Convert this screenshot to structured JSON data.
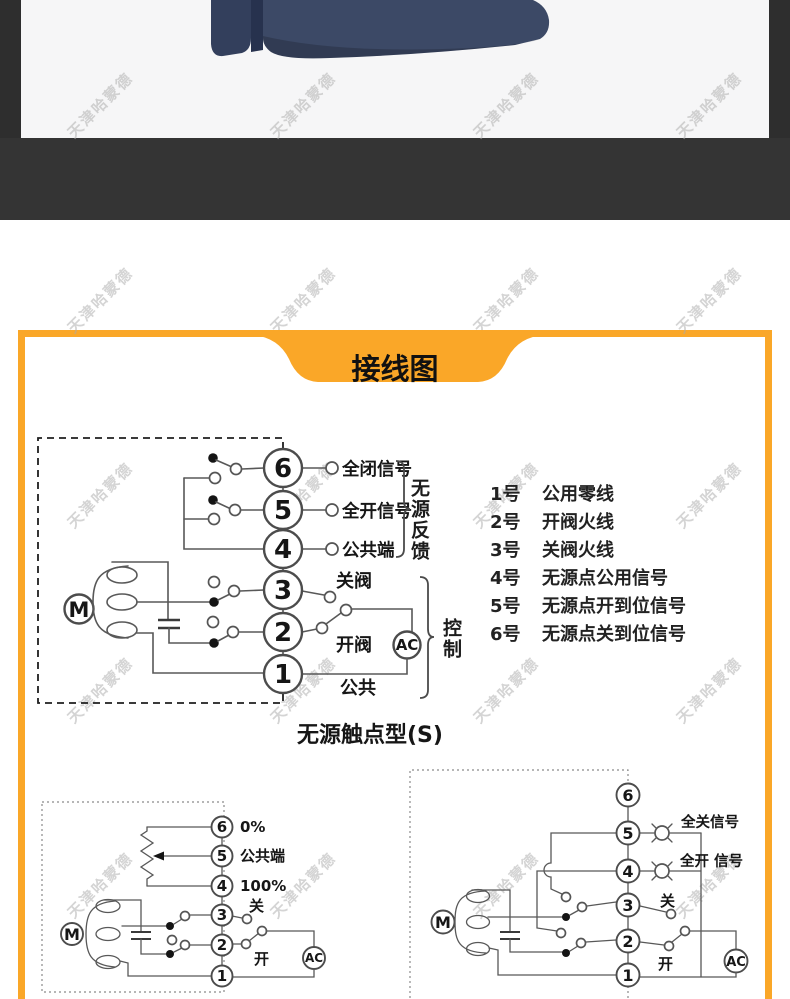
{
  "page": {
    "watermark_text": "天津哈蒙德",
    "accent_color": "#FAA728"
  },
  "banner": {
    "title": "接线图"
  },
  "main_diagram": {
    "terminals": [
      "6",
      "5",
      "4",
      "3",
      "2",
      "1"
    ],
    "motor_label": "M",
    "ac_label": "AC",
    "labels": {
      "fully_closed_signal": "全闭信号",
      "fully_open_signal": "全开信号",
      "common_terminal": "公共端",
      "close_valve": "关阀",
      "open_valve": "开阀",
      "common": "公共",
      "passive_feedback": "无源反馈",
      "control": "控制"
    },
    "caption": "无源触点型(S)"
  },
  "terminal_legend": {
    "items": [
      {
        "no": "1号",
        "desc": "公用零线"
      },
      {
        "no": "2号",
        "desc": "开阀火线"
      },
      {
        "no": "3号",
        "desc": "关阀火线"
      },
      {
        "no": "4号",
        "desc": "无源点公用信号"
      },
      {
        "no": "5号",
        "desc": "无源点开到位信号"
      },
      {
        "no": "6号",
        "desc": "无源点关到位信号"
      }
    ]
  },
  "resistance_diagram": {
    "terminals": [
      "6",
      "5",
      "4",
      "3",
      "2",
      "1"
    ],
    "motor_label": "M",
    "ac_label": "AC",
    "labels": {
      "zero_pct": "0%",
      "common_terminal": "公共端",
      "hundred_pct": "100%",
      "close": "关",
      "open": "开"
    }
  },
  "lamp_diagram": {
    "terminals": [
      "6",
      "5",
      "4",
      "3",
      "2",
      "1"
    ],
    "motor_label": "M",
    "ac_label": "AC",
    "labels": {
      "fully_closed_signal": "全关信号",
      "fully_open_signal": "全开 信号",
      "close": "关",
      "open": "开"
    }
  }
}
